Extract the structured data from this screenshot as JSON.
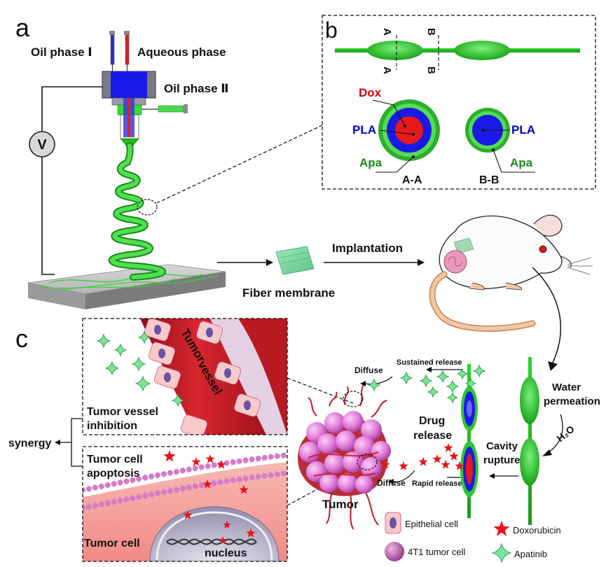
{
  "panel_labels": {
    "a": "a",
    "b": "b",
    "c": "c"
  },
  "panel_a": {
    "oil_phase_1": "Oil phase Ⅰ",
    "aqueous_phase": "Aqueous phase",
    "oil_phase_2": "Oil phase Ⅱ",
    "voltage_symbol": "V",
    "fiber_membrane": "Fiber membrane",
    "implantation": "Implantation"
  },
  "panel_b": {
    "section_a_top": "A",
    "section_a_bottom": "A",
    "section_b_top": "B",
    "section_b_bottom": "B",
    "dox": "Dox",
    "pla_left": "PLA",
    "apa_left": "Apa",
    "pla_right": "PLA",
    "apa_right": "Apa",
    "section_aa": "A-A",
    "section_bb": "B-B"
  },
  "panel_c": {
    "tumor_vessel_line1": "Tumor",
    "tumor_vessel_line2": "vessel",
    "vessel_inhibition_line1": "Tumor vessel",
    "vessel_inhibition_line2": "inhibition",
    "synergy": "synergy",
    "apoptosis_line1": "Tumor cell",
    "apoptosis_line2": "apoptosis",
    "tumor_cell": "Tumor cell",
    "nucleus": "nucleus",
    "tumor": "Tumor",
    "diffuse_top": "Diffuse",
    "sustained_release": "Sustained release",
    "drug_release_line1": "Drug",
    "drug_release_line2": "release",
    "diffuse_bottom": "Diffuse",
    "rapid_release": "Rapid release",
    "water_line1": "Water",
    "water_line2": "permeation",
    "h2o": "H₂O",
    "cavity_line1": "Cavity",
    "cavity_line2": "rupture"
  },
  "legend": {
    "epithelial_cell": "Epithelial cell",
    "tumor_cell_4t1": "4T1 tumor cell",
    "doxorubicin": "Doxorubicin",
    "apatinib": "Apatinib"
  },
  "colors": {
    "fiber_green": "#33cc33",
    "fiber_dark": "#1a8a1a",
    "pla_blue": "#1a1ae6",
    "dox_red": "#e61a1a",
    "vessel_red": "#c81e28",
    "cell_pink": "#f4b8b8",
    "tumor_pink": "#e07ad8",
    "membrane_pink": "#f08fd0",
    "label_red": "#cc0000",
    "label_blue": "#0000cc",
    "label_green": "#1a8a1a"
  }
}
